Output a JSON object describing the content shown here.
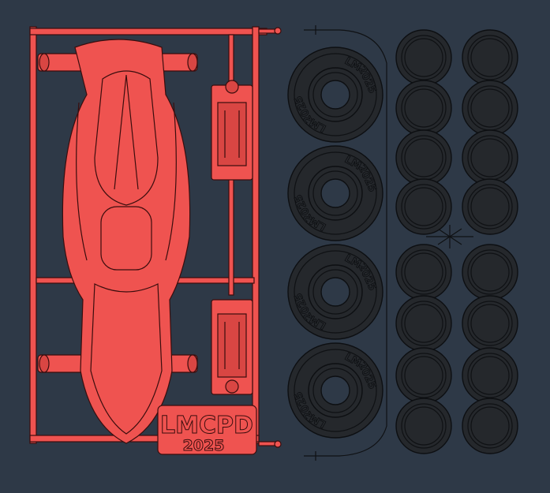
{
  "scene": {
    "background_color": "#2e3947",
    "red_sprue": {
      "color": "#ef5350",
      "nameplate": {
        "line1": "LMCPD",
        "line2": "2025"
      }
    },
    "black_sprue": {
      "color": "#25282c",
      "tire_text": {
        "brand": "LM",
        "year": "2025"
      },
      "large_tire_count": 4,
      "small_wheel_count": 16
    }
  }
}
